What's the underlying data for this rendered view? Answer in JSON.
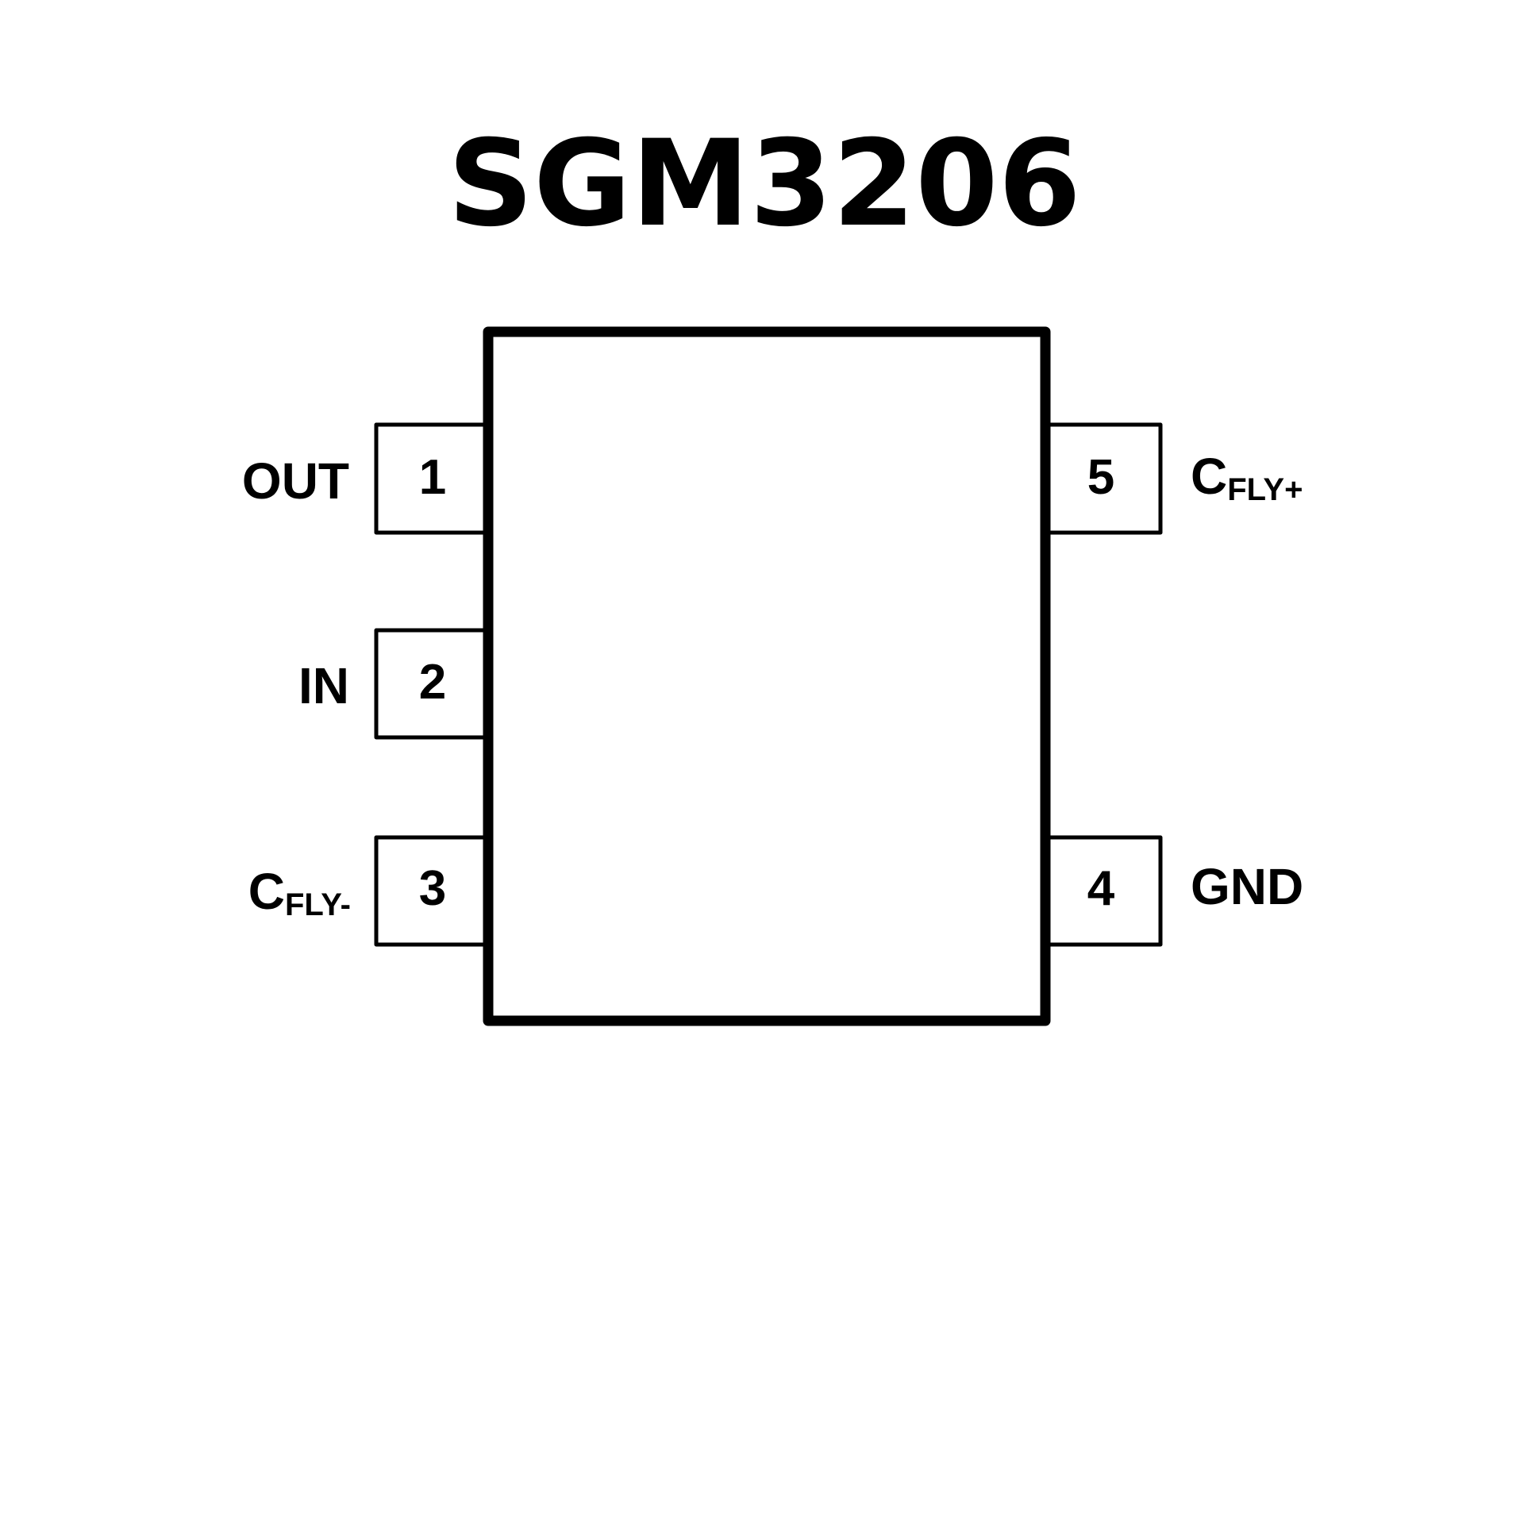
{
  "title": "SGM3206",
  "pins": [
    {
      "number": "1",
      "name": "OUT",
      "sub": ""
    },
    {
      "number": "2",
      "name": "IN",
      "sub": ""
    },
    {
      "number": "3",
      "name": "C",
      "sub": "FLY-"
    },
    {
      "number": "4",
      "name": "GND",
      "sub": ""
    },
    {
      "number": "5",
      "name": "C",
      "sub": "FLY+"
    }
  ]
}
